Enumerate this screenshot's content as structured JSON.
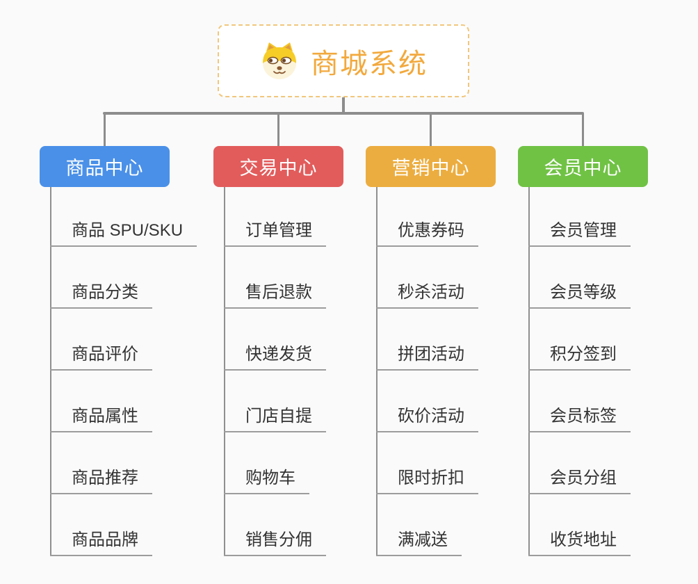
{
  "page": {
    "background": "#FAFAFA",
    "connector_color": "#8C8C8C"
  },
  "root": {
    "title": "商城系统",
    "icon": "doge-icon",
    "title_color": "#F2A93D",
    "border_color": "#F1C77C"
  },
  "branches": [
    {
      "label": "商品中心",
      "color": "#4A90E8",
      "children": [
        "商品 SPU/SKU",
        "商品分类",
        "商品评价",
        "商品属性",
        "商品推荐",
        "商品品牌"
      ]
    },
    {
      "label": "交易中心",
      "color": "#E25C5C",
      "children": [
        "订单管理",
        "售后退款",
        "快递发货",
        "门店自提",
        "购物车",
        "销售分佣"
      ]
    },
    {
      "label": "营销中心",
      "color": "#ECAD40",
      "children": [
        "优惠券码",
        "秒杀活动",
        "拼团活动",
        "砍价活动",
        "限时折扣",
        "满减送"
      ]
    },
    {
      "label": "会员中心",
      "color": "#70C245",
      "children": [
        "会员管理",
        "会员等级",
        "积分签到",
        "会员标签",
        "会员分组",
        "收货地址"
      ]
    }
  ]
}
